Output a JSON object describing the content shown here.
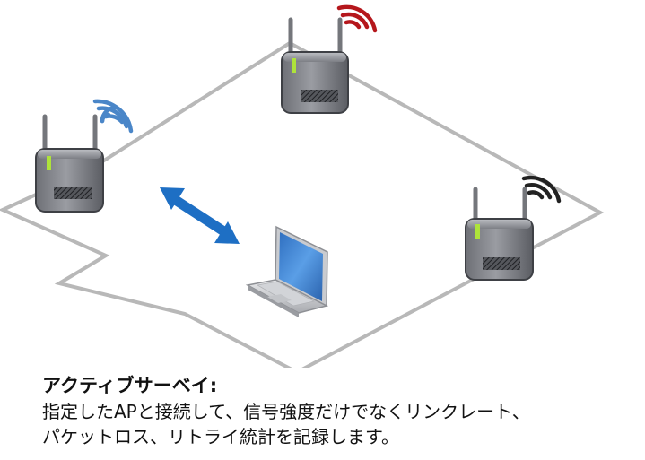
{
  "caption": {
    "title": "アクティブサーベイ:",
    "line1": "指定したAPと接続して、信号強度だけでなくリンクレート、",
    "line2": "パケットロス、リトライ統計を記録します。"
  },
  "access_points": [
    {
      "name": "access-point-left",
      "signal_color": "#4a86c8"
    },
    {
      "name": "access-point-top",
      "signal_color": "#b5171c"
    },
    {
      "name": "access-point-right",
      "signal_color": "#222222"
    }
  ],
  "colors": {
    "floor_outline": "#b8b8b8",
    "arrow": "#1e6fc4",
    "laptop_screen": "#3f86d6"
  }
}
